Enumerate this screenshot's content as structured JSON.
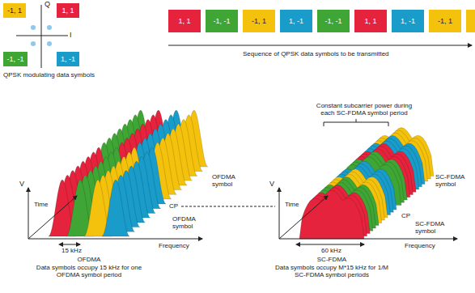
{
  "diagram": {
    "nodes": [
      {
        "text": [
          "-1, 1"
        ]
      },
      {
        "text": [
          "1, 1"
        ]
      },
      {
        "text": [
          "-1, -1"
        ]
      },
      {
        "text": [
          "1, -1"
        ]
      },
      {
        "text": [
          "1, 1"
        ]
      },
      {
        "text": [
          "-1, -1"
        ]
      },
      {
        "text": [
          "-1, 1"
        ]
      },
      {
        "text": [
          "1, -1"
        ]
      },
      {
        "text": [
          "-1, -1"
        ]
      },
      {
        "text": [
          "1, 1"
        ]
      },
      {
        "text": [
          "1, -1"
        ]
      },
      {
        "text": [
          "-1, 1"
        ]
      }
    ],
    "labels": [
      "Q",
      "I",
      "QPSK modulating data symbols",
      "Sequence of QPSK data symbols to be transmitted",
      "V",
      "Time",
      "Frequency",
      "OFDMA symbol",
      "OFDMA symbol",
      "CP",
      "15 kHz",
      "OFDMA",
      "Data symbols occupy 15 kHz for one OFDMA symbol period",
      "Constant subcarrier power during each SC-FDMA symbol period",
      "V",
      "Time",
      "Frequency",
      "60 kHz",
      "SC-FDMA",
      "Data symbols occupy M*15 kHz for 1/M SC-FDMA symbol periods",
      "SC-FDMA symbol",
      "CP",
      "SC-FDMA symbol"
    ]
  }
}
